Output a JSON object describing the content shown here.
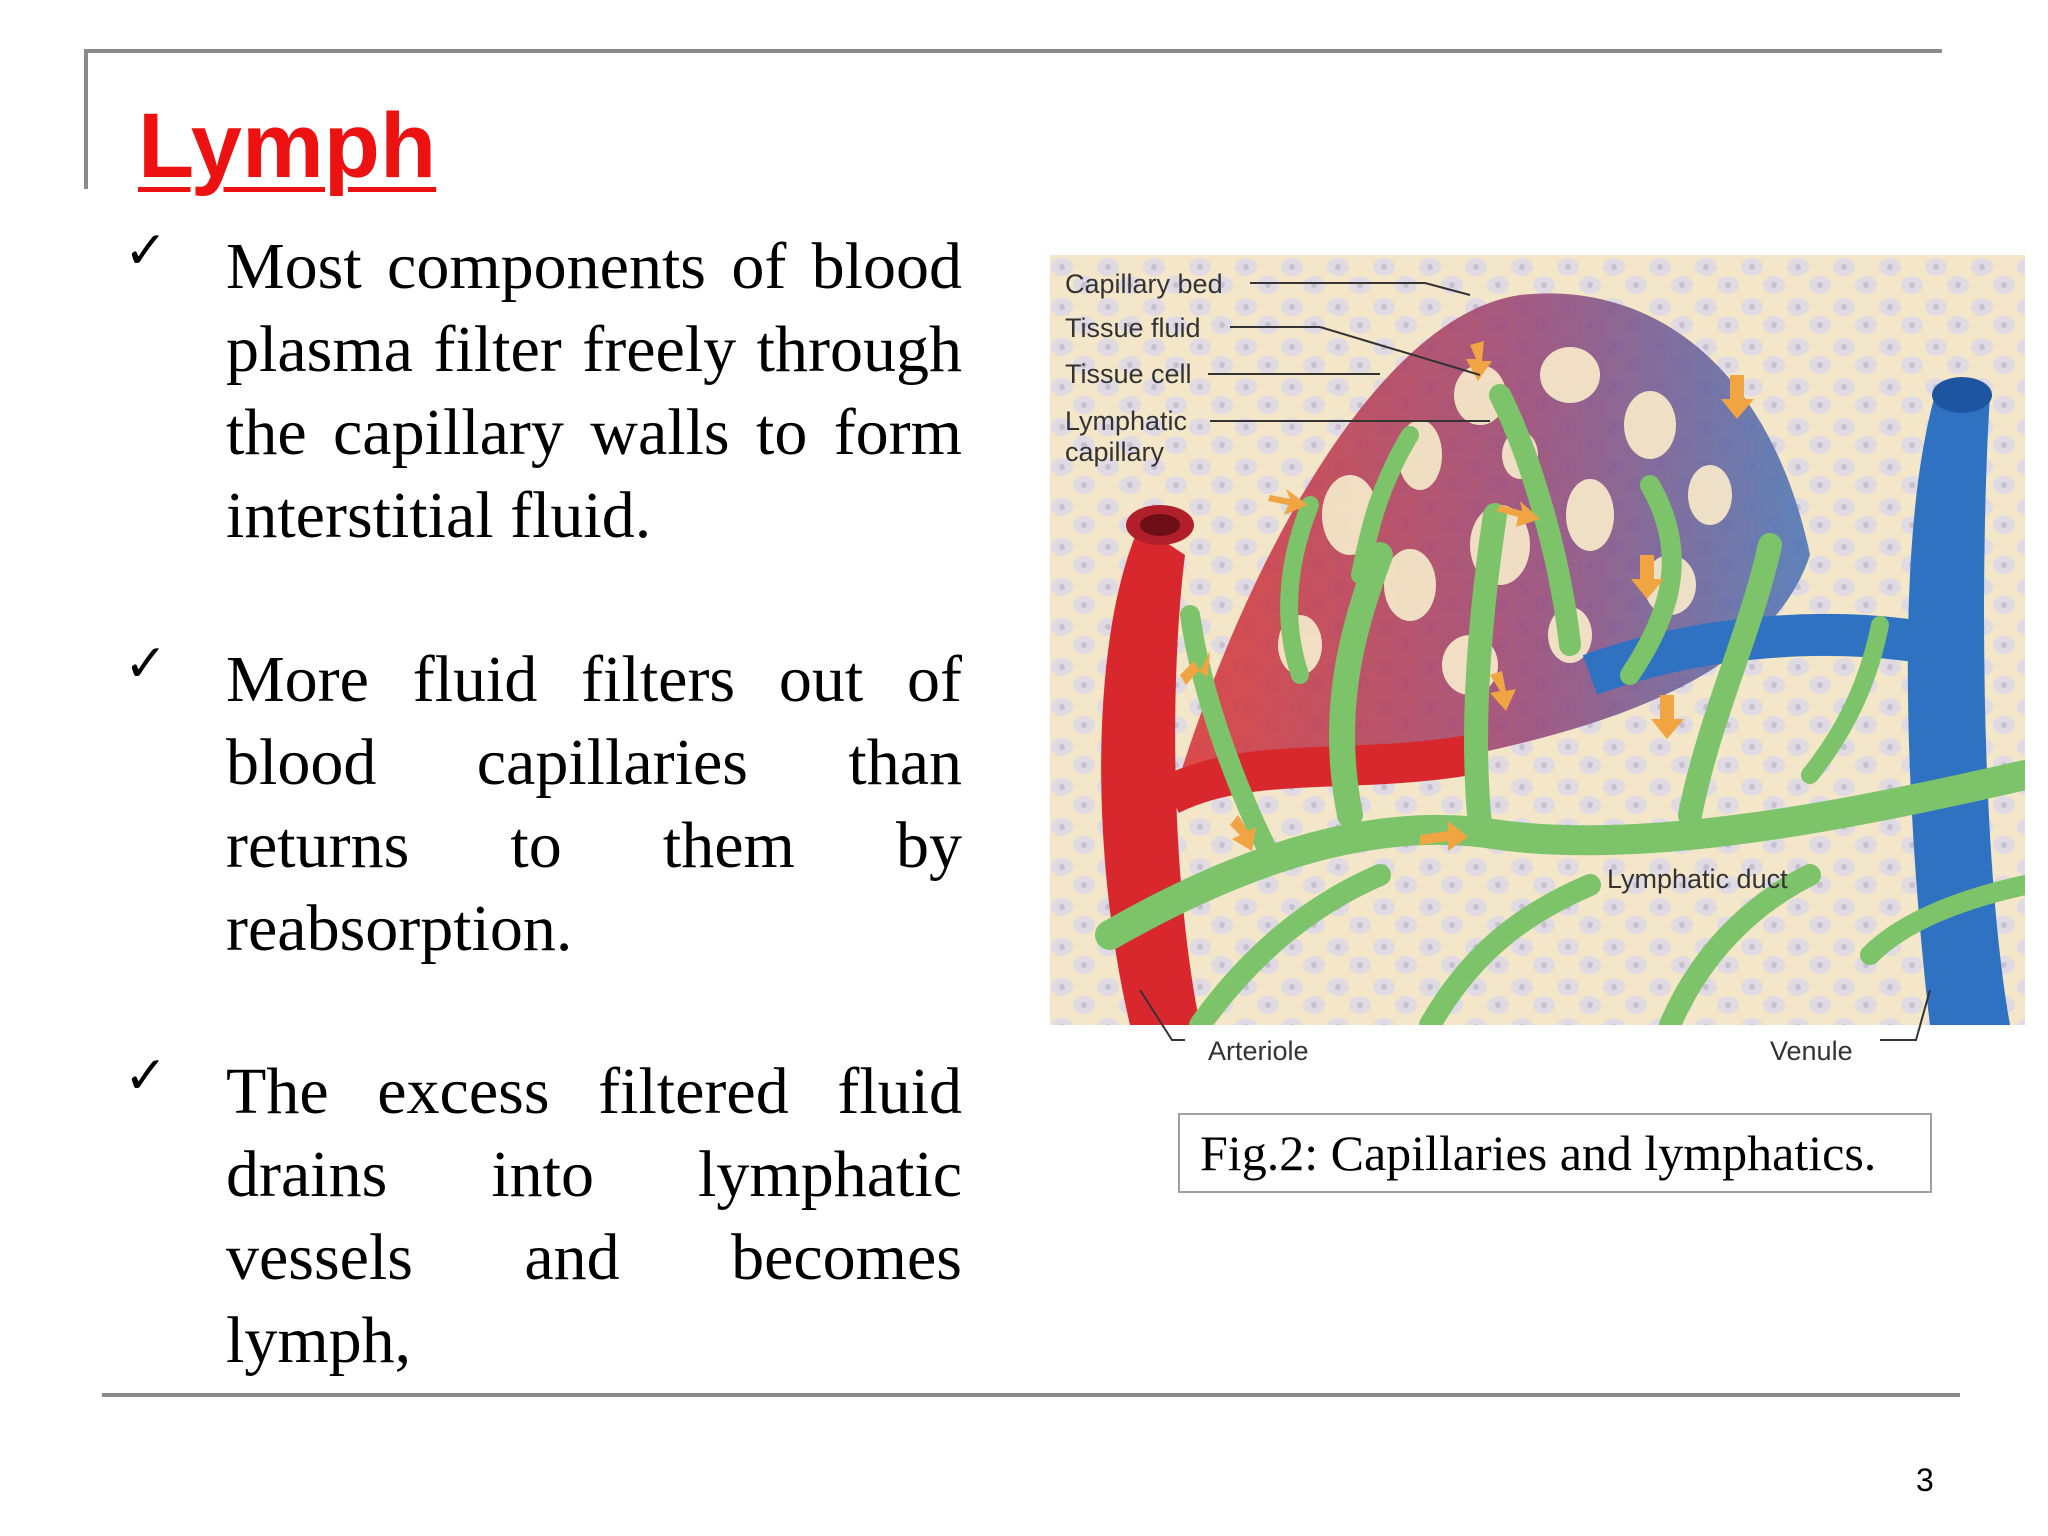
{
  "slide": {
    "title": "Lymph",
    "bullets": [
      {
        "check": "✓",
        "text": "Most components of blood plasma filter freely through the capillary walls to form interstitial fluid."
      },
      {
        "check": "✓",
        "text": "More fluid filters out of blood capillaries than returns to them by reabsorption."
      },
      {
        "check": "✓",
        "text": "The excess filtered fluid drains into lymphatic vessels and becomes lymph,"
      }
    ],
    "page_number": "3"
  },
  "figure": {
    "labels": {
      "capillary_bed": "Capillary bed",
      "tissue_fluid": "Tissue fluid",
      "tissue_cell": "Tissue cell",
      "lymphatic_capillary_1": "Lymphatic",
      "lymphatic_capillary_2": "capillary",
      "lymphatic_duct": "Lymphatic duct",
      "arteriole": "Arteriole",
      "venule": "Venule"
    },
    "caption": "Fig.2: Capillaries and lymphatics.",
    "colors": {
      "background": "#f4e6c8",
      "artery": "#d8282e",
      "vein": "#2f72c2",
      "lymph": "#7cc36a",
      "arrow": "#f0a442"
    }
  }
}
